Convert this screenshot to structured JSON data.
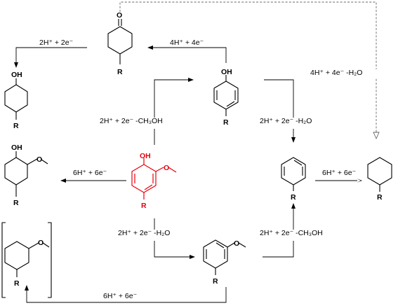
{
  "conditions": {
    "top_left": "2H⁺ + 2e⁻",
    "top_mid": "4H⁺ + 4e⁻",
    "top_right": "4H⁺ + 4e⁻ -H₂O",
    "mid_left_demeth": "2H⁺ + 2e⁻ -CH₃OH",
    "mid_right_dehydrox": "2H⁺ + 2e⁻ -H₂O",
    "left_ring_hydro": "6H⁺ + 6e⁻",
    "right_ring_hydro": "6H⁺ + 6e⁻",
    "lower_dehydrox": "2H⁺ + 2e⁻ -H₂O",
    "lower_right_demeth": "2H⁺ + 2e⁻ -CH₃OH",
    "bottom_ring_hydro": "6H⁺ + 6e⁻"
  },
  "atoms": {
    "oxygen": "O",
    "hydroxyl": "OH",
    "substituent": "R"
  },
  "colors": {
    "highlight": "#e8000b",
    "line": "#000000",
    "dashed": "#666666"
  }
}
